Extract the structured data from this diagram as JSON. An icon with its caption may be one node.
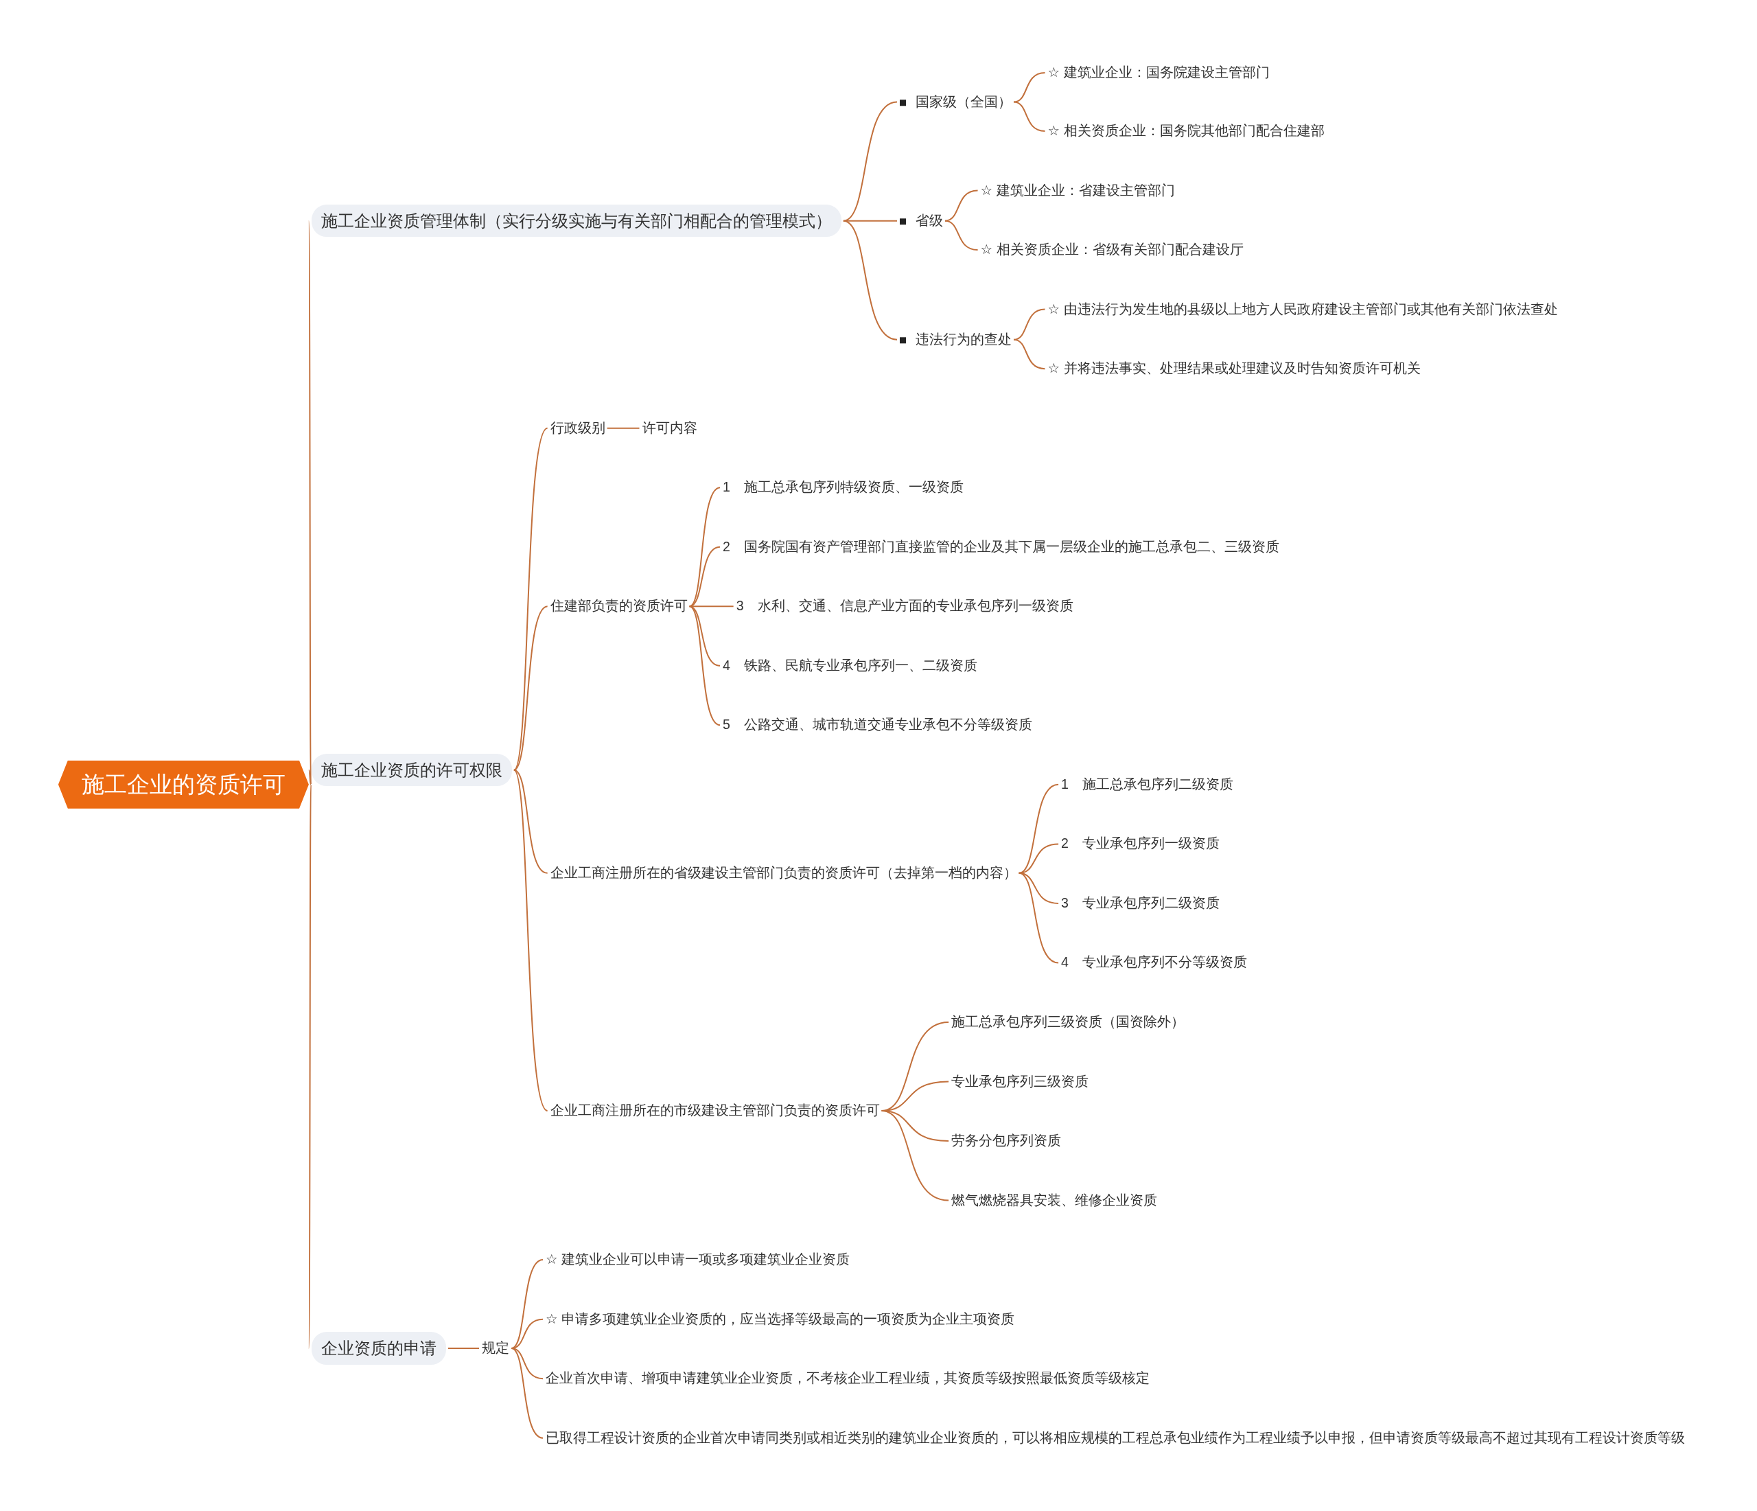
{
  "diagram": {
    "nodes": [
      {
        "text": [
          "施工企业的资质许可"
        ]
      },
      {
        "text": [
          "施工企业资质管理体制（实行分级实施与有关部门相配合的管理模式）"
        ]
      },
      {
        "text": [
          "国家级（全国）"
        ]
      },
      {
        "text": [
          "☆ 建筑业企业：国务院建设主管部门"
        ]
      },
      {
        "text": [
          "☆ 相关资质企业：国务院其他部门配合住建部"
        ]
      },
      {
        "text": [
          "省级"
        ]
      },
      {
        "text": [
          "☆ 建筑业企业：省建设主管部门"
        ]
      },
      {
        "text": [
          "☆ 相关资质企业：省级有关部门配合建设厅"
        ]
      },
      {
        "text": [
          "违法行为的查处"
        ]
      },
      {
        "text": [
          "☆ 由违法行为发生地的县级以上地方人民政府建设主管部门或其他有关部门依法查处"
        ]
      },
      {
        "text": [
          "☆ 并将违法事实、处理结果或处理建议及时告知资质许可机关"
        ]
      },
      {
        "text": [
          "施工企业资质的许可权限"
        ]
      },
      {
        "text": [
          "行政级别"
        ]
      },
      {
        "text": [
          "许可内容"
        ]
      },
      {
        "text": [
          "住建部负责的资质许可"
        ]
      },
      {
        "text": [
          "1　施工总承包序列特级资质、一级资质"
        ]
      },
      {
        "text": [
          "2　国务院国有资产管理部门直接监管的企业及其下属一层级企业的施工总承包二、三级资质"
        ]
      },
      {
        "text": [
          "3　水利、交通、信息产业方面的专业承包序列一级资质"
        ]
      },
      {
        "text": [
          "4　铁路、民航专业承包序列一、二级资质"
        ]
      },
      {
        "text": [
          "5　公路交通、城市轨道交通专业承包不分等级资质"
        ]
      },
      {
        "text": [
          "企业工商注册所在的省级建设主管部门负责的资质许可（去掉第一档的内容）"
        ]
      },
      {
        "text": [
          "1　施工总承包序列二级资质"
        ]
      },
      {
        "text": [
          "2　专业承包序列一级资质"
        ]
      },
      {
        "text": [
          "3　专业承包序列二级资质"
        ]
      },
      {
        "text": [
          "4　专业承包序列不分等级资质"
        ]
      },
      {
        "text": [
          "企业工商注册所在的市级建设主管部门负责的资质许可"
        ]
      },
      {
        "text": [
          "施工总承包序列三级资质（国资除外）"
        ]
      },
      {
        "text": [
          "专业承包序列三级资质"
        ]
      },
      {
        "text": [
          "劳务分包序列资质"
        ]
      },
      {
        "text": [
          "燃气燃烧器具安装、维修企业资质"
        ]
      },
      {
        "text": [
          "企业资质的申请"
        ]
      },
      {
        "text": [
          "规定"
        ]
      },
      {
        "text": [
          "☆ 建筑业企业可以申请一项或多项建筑业企业资质"
        ]
      },
      {
        "text": [
          "☆ 申请多项建筑业企业资质的，应当选择等级最高的一项资质为企业主项资质"
        ]
      },
      {
        "text": [
          "企业首次申请、增项申请建筑业企业资质，不考核企业工程业绩，其资质等级按照最低资质等级核定"
        ]
      },
      {
        "text": [
          "已取得工程设计资质的企业首次申请同类别或相近类别的建筑业企业资质的，可以将相应规模的工程总承包业绩作为工程业绩予以申报，但申请资质等级最高不超过其现有工程设计资质等级"
        ]
      }
    ],
    "edges": [
      {
        "from": 0,
        "to": 1,
        "arrow": "none"
      },
      {
        "from": 0,
        "to": 11,
        "arrow": "none"
      },
      {
        "from": 0,
        "to": 30,
        "arrow": "none"
      },
      {
        "from": 1,
        "to": 2,
        "arrow": "none"
      },
      {
        "from": 1,
        "to": 5,
        "arrow": "none"
      },
      {
        "from": 1,
        "to": 8,
        "arrow": "none"
      },
      {
        "from": 2,
        "to": 3,
        "arrow": "none"
      },
      {
        "from": 2,
        "to": 4,
        "arrow": "none"
      },
      {
        "from": 5,
        "to": 6,
        "arrow": "none"
      },
      {
        "from": 5,
        "to": 7,
        "arrow": "none"
      },
      {
        "from": 8,
        "to": 9,
        "arrow": "none"
      },
      {
        "from": 8,
        "to": 10,
        "arrow": "none"
      },
      {
        "from": 11,
        "to": 12,
        "arrow": "none"
      },
      {
        "from": 11,
        "to": 14,
        "arrow": "none"
      },
      {
        "from": 11,
        "to": 20,
        "arrow": "none"
      },
      {
        "from": 11,
        "to": 25,
        "arrow": "none"
      },
      {
        "from": 12,
        "to": 13,
        "arrow": "none"
      },
      {
        "from": 14,
        "to": 15,
        "arrow": "none"
      },
      {
        "from": 14,
        "to": 16,
        "arrow": "none"
      },
      {
        "from": 14,
        "to": 17,
        "arrow": "none"
      },
      {
        "from": 14,
        "to": 18,
        "arrow": "none"
      },
      {
        "from": 14,
        "to": 19,
        "arrow": "none"
      },
      {
        "from": 20,
        "to": 21,
        "arrow": "none"
      },
      {
        "from": 20,
        "to": 22,
        "arrow": "none"
      },
      {
        "from": 20,
        "to": 23,
        "arrow": "none"
      },
      {
        "from": 20,
        "to": 24,
        "arrow": "none"
      },
      {
        "from": 25,
        "to": 26,
        "arrow": "none"
      },
      {
        "from": 25,
        "to": 27,
        "arrow": "none"
      },
      {
        "from": 25,
        "to": 28,
        "arrow": "none"
      },
      {
        "from": 25,
        "to": 29,
        "arrow": "none"
      },
      {
        "from": 30,
        "to": 31,
        "arrow": "none"
      },
      {
        "from": 31,
        "to": 32,
        "arrow": "none"
      },
      {
        "from": 31,
        "to": 33,
        "arrow": "none"
      },
      {
        "from": 31,
        "to": 34,
        "arrow": "none"
      },
      {
        "from": 31,
        "to": 35,
        "arrow": "none"
      }
    ]
  }
}
